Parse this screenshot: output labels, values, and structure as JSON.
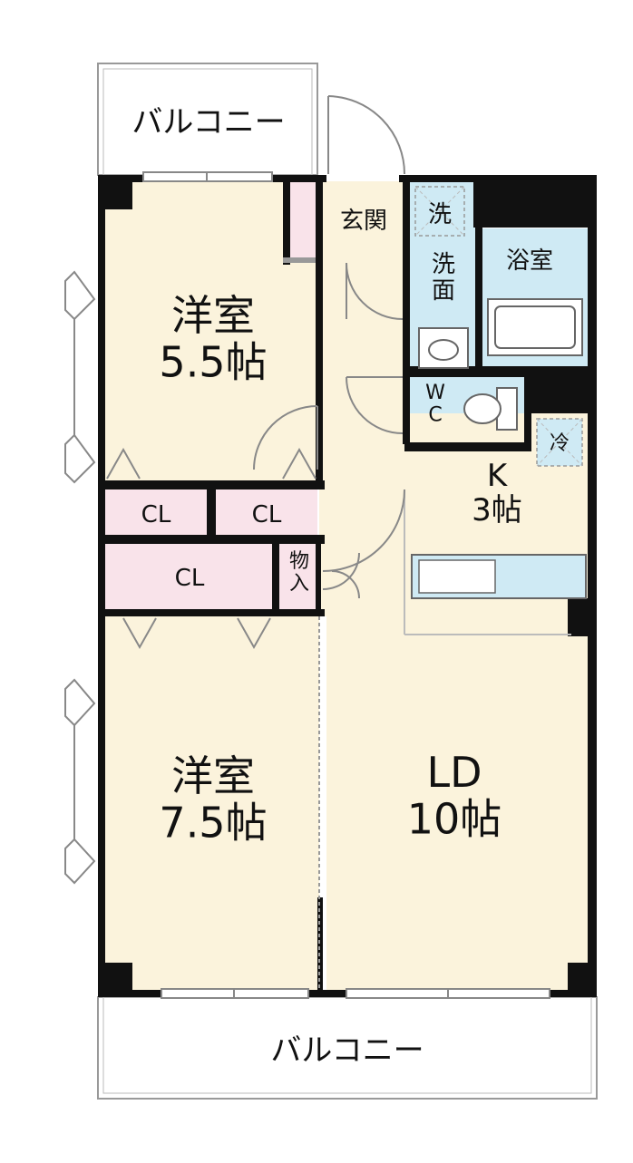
{
  "colors": {
    "room_floor": "#fbf3dc",
    "wet_area": "#cfeaf4",
    "entrance": "#f9e3ea",
    "wall": "#111111",
    "outline": "#999999"
  },
  "rooms": {
    "balcony_top": "バルコニー",
    "balcony_bottom": "バルコニー",
    "entrance": "玄関",
    "washer": "洗",
    "washroom": "洗\n面",
    "bath": "浴室",
    "wc": "W\nC",
    "fridge": "冷",
    "western_room_1": "洋室\n5.5帖",
    "kitchen": "K\n3帖",
    "closet_1": "CL",
    "closet_2": "CL",
    "closet_3": "CL",
    "storage": "物\n入",
    "western_room_2": "洋室\n7.5帖",
    "ld": "LD\n10帖"
  }
}
